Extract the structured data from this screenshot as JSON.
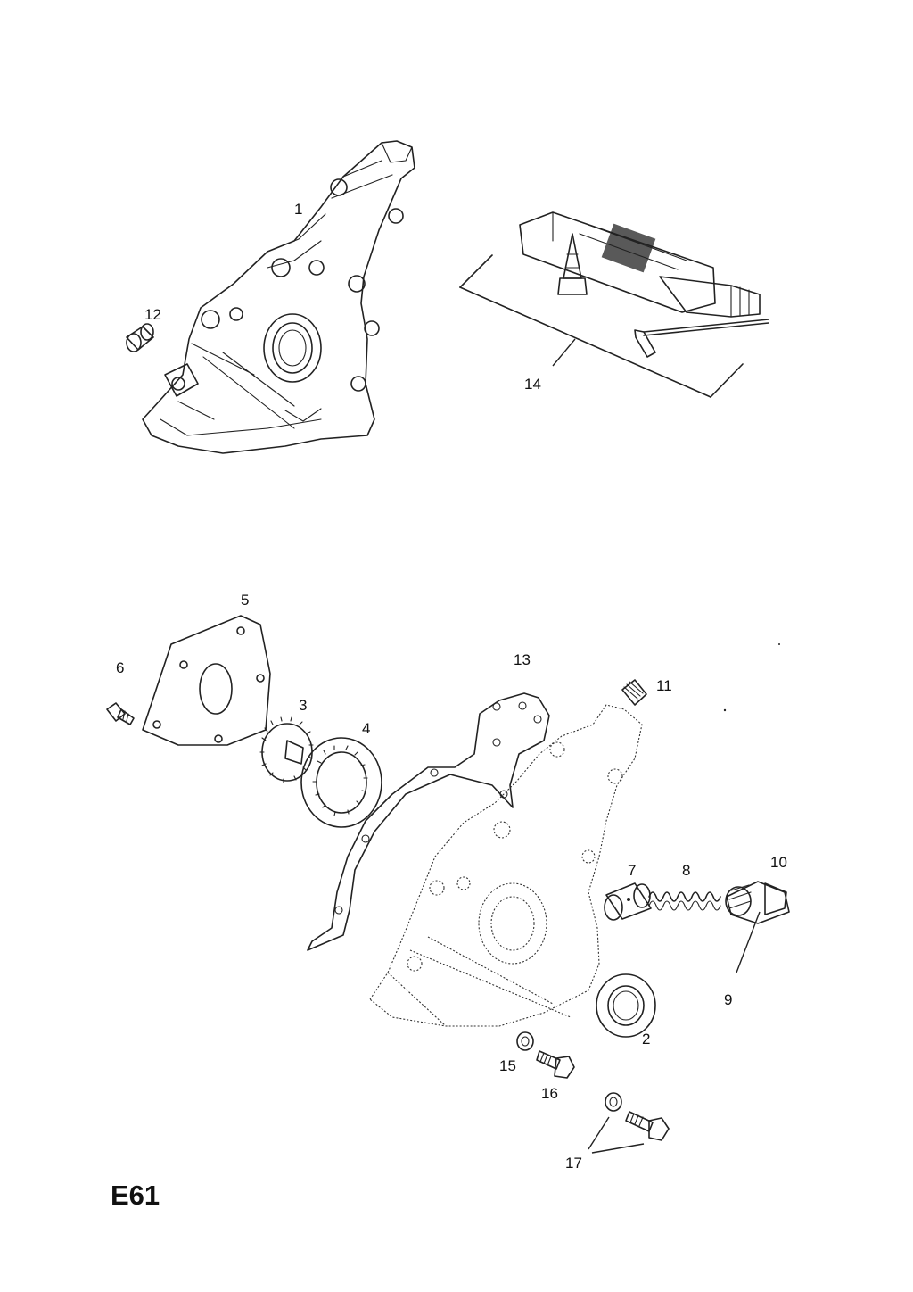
{
  "page_code": "E61",
  "callouts": {
    "c1": "1",
    "c2": "2",
    "c3": "3",
    "c4": "4",
    "c5": "5",
    "c6": "6",
    "c7": "7",
    "c8": "8",
    "c9": "9",
    "c10": "10",
    "c11": "11",
    "c12": "12",
    "c13": "13",
    "c14": "14",
    "c15": "15",
    "c16": "16",
    "c17": "17"
  },
  "icons": {
    "pump-assembly": "oil-pump-housing-icon",
    "sealant-kit": "sealant-tube-kit-icon",
    "exploded-housing": "pump-housing-exploded-icon"
  }
}
